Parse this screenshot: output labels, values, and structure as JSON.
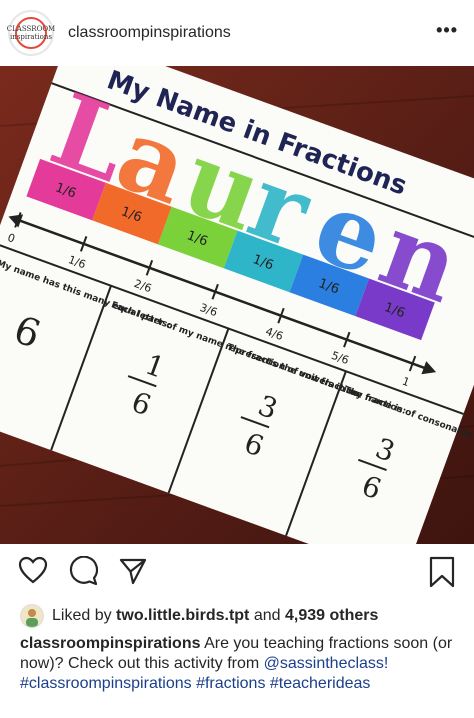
{
  "post": {
    "username": "classroompinspirations",
    "avatar_text": "CLASSROOM inspirations",
    "more_label": "•••"
  },
  "photo": {
    "sheet_title": "My Name in Fractions",
    "name": "Lauren",
    "letters": [
      "L",
      "a",
      "u",
      "r",
      "e",
      "n"
    ],
    "fraction_each": "1/6",
    "number_line": [
      "0",
      "1/6",
      "2/6",
      "3/6",
      "4/6",
      "5/6",
      "1"
    ],
    "box1_label": "My name has this many equal parts:",
    "box1_value": "6",
    "box2_label": "Each letter of my name represents the unit fraction:",
    "box2_num": "1",
    "box2_den": "6",
    "box3_label": "The fraction of vowels in my name is:",
    "box3_num": "3",
    "box3_den": "6",
    "box4_label": "The fraction of consonants in my name is:",
    "box4_num": "3",
    "box4_den": "6",
    "colors": [
      "#e43a9a",
      "#f26a2a",
      "#7ad13a",
      "#2fb5c9",
      "#2a7fe0",
      "#7a3ac9"
    ]
  },
  "actions": {
    "like_icon": "heart-icon",
    "comment_icon": "comment-icon",
    "share_icon": "share-icon",
    "save_icon": "bookmark-icon"
  },
  "likes": {
    "prefix": "Liked by",
    "user": "two.little.birds.tpt",
    "middle": "and",
    "count": "4,939 others"
  },
  "caption": {
    "username": "classroompinspirations",
    "text": " Are you teaching fractions soon (or now)? Check out this activity from ",
    "mention": "@sassintheclass!",
    "hashtags": " #classroompinspirations #fractions #teacherideas"
  }
}
